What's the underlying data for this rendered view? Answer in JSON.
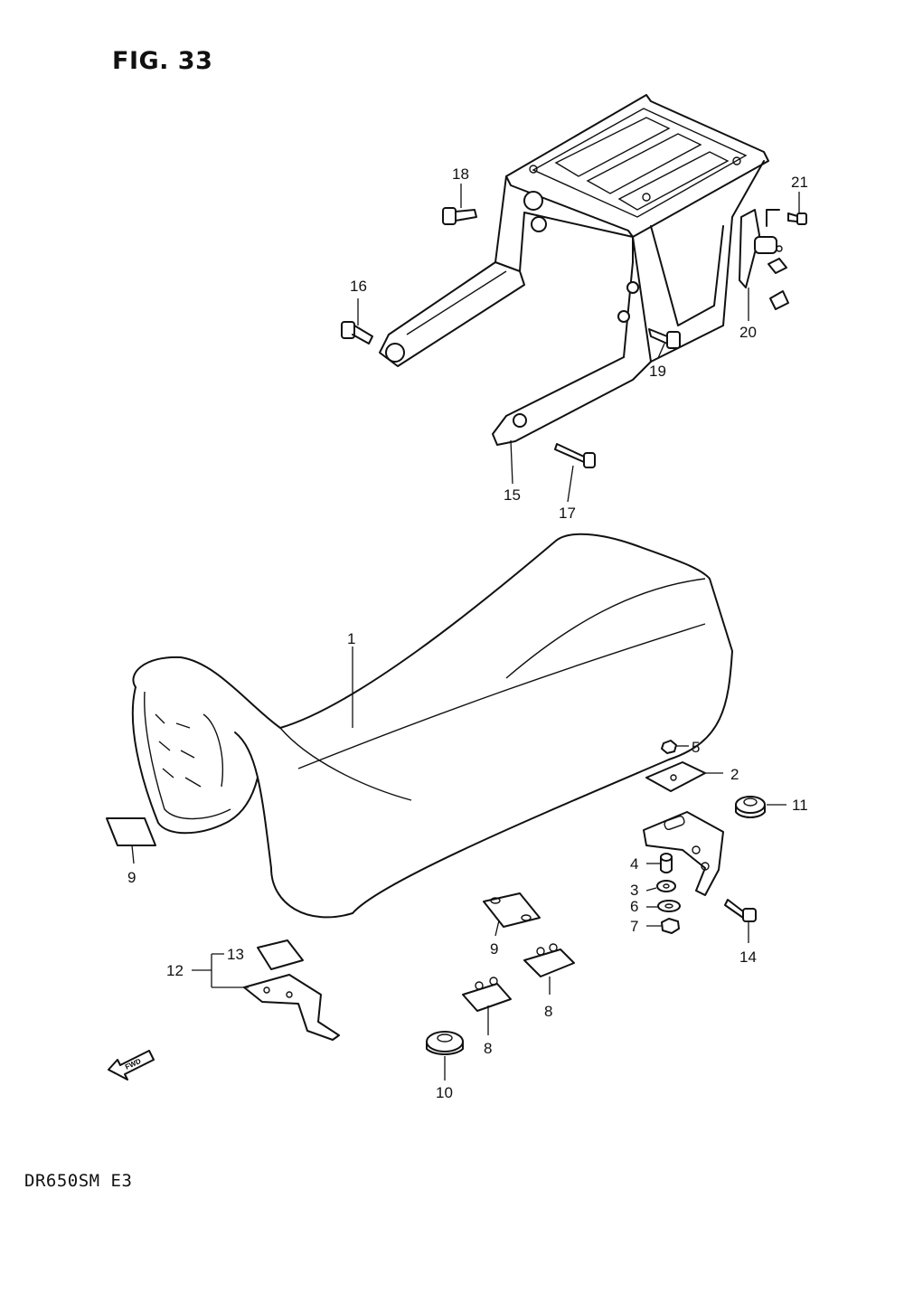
{
  "figure": {
    "title": "FIG. 33",
    "model_code": "DR650SM  E3"
  },
  "icons": {
    "front_arrow": "fwd-direction-arrow-icon",
    "front_arrow_text": "FWD"
  },
  "callouts": {
    "c1": "1",
    "c2": "2",
    "c3": "3",
    "c4": "4",
    "c5": "5",
    "c6": "6",
    "c7": "7",
    "c8a": "8",
    "c8b": "8",
    "c9a": "9",
    "c9b": "9",
    "c10": "10",
    "c11": "11",
    "c12": "12",
    "c13": "13",
    "c14": "14",
    "c15": "15",
    "c16": "16",
    "c17": "17",
    "c18": "18",
    "c19": "19",
    "c20": "20",
    "c21": "21"
  }
}
